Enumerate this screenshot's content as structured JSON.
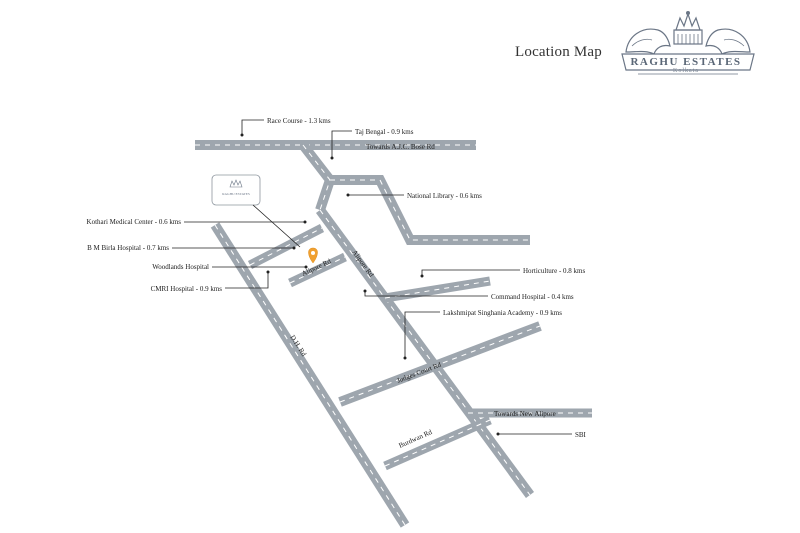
{
  "header": {
    "title": "Location Map",
    "brand": "RAGHU ESTATES",
    "brand_sub": "Kolkata",
    "thumbnail_brand": "RAGHU ESTATES"
  },
  "colors": {
    "road": "#9ea6ae",
    "road_edge": "#8e969f",
    "lane": "#ffffff",
    "leader": "#222222",
    "pin": "#f0a030",
    "text": "#222222",
    "logo": "#6b7686"
  },
  "roads": [
    {
      "id": "ajc-bose",
      "label": "Towards A.J.C. Bose Rd"
    },
    {
      "id": "dh-rd",
      "label": "D.H. Rd"
    },
    {
      "id": "alipore-rd",
      "label": "Alipore Rd"
    },
    {
      "id": "judges-court-rd",
      "label": "Judges Court Rd"
    },
    {
      "id": "burdwan-rd",
      "label": "Burdwan Rd"
    },
    {
      "id": "new-alipore",
      "label": "Towards New Alipore"
    },
    {
      "id": "alipore-short",
      "label": "Alipore Rd"
    }
  ],
  "landmarks": [
    {
      "id": "race-course",
      "label": "Race Course - 1.3 kms"
    },
    {
      "id": "taj-bengal",
      "label": "Taj Bengal - 0.9 kms"
    },
    {
      "id": "national-library",
      "label": "National Library - 0.6 kms"
    },
    {
      "id": "kothari",
      "label": "Kothari Medical Center - 0.6 kms"
    },
    {
      "id": "bm-birla",
      "label": "B M Birla Hospital - 0.7 kms"
    },
    {
      "id": "woodlands",
      "label": "Woodlands Hospital"
    },
    {
      "id": "cmri",
      "label": "CMRI Hospital - 0.9 kms"
    },
    {
      "id": "horticulture",
      "label": "Horticulture - 0.8 kms"
    },
    {
      "id": "command-hospital",
      "label": "Command Hospital - 0.4 kms"
    },
    {
      "id": "lakshmipat",
      "label": "Lakshmipat Singhania Academy - 0.9 kms"
    },
    {
      "id": "sbi",
      "label": "SBI"
    }
  ],
  "marker": {
    "icon": "location-pin-icon"
  }
}
